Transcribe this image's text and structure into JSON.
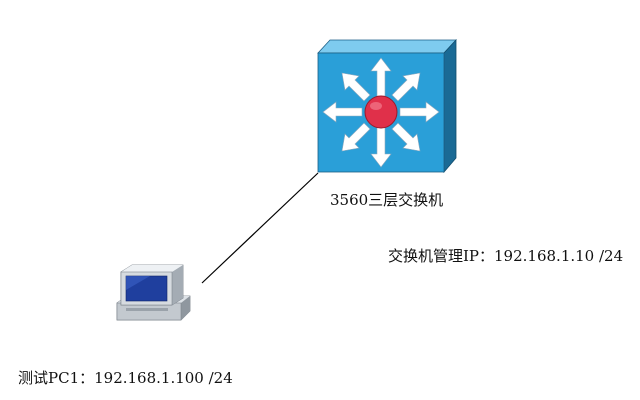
{
  "nodes": {
    "switch": {
      "label": "3560三层交换机",
      "note": "交换机管理IP：192.168.1.10 /24",
      "icon": "layer3-switch-icon"
    },
    "pc": {
      "label": "测试PC1：192.168.1.100 /24",
      "icon": "pc-icon"
    }
  },
  "edges": [
    {
      "from": "pc",
      "to": "switch"
    }
  ],
  "colors": {
    "switch_face": "#2a9fd8",
    "switch_top": "#7ecbef",
    "switch_side": "#1a6a95",
    "hub_center": "#e0304a",
    "link": "#000000",
    "monitor_frame": "#cdd2d8",
    "monitor_screen": "#1f3f9e"
  }
}
